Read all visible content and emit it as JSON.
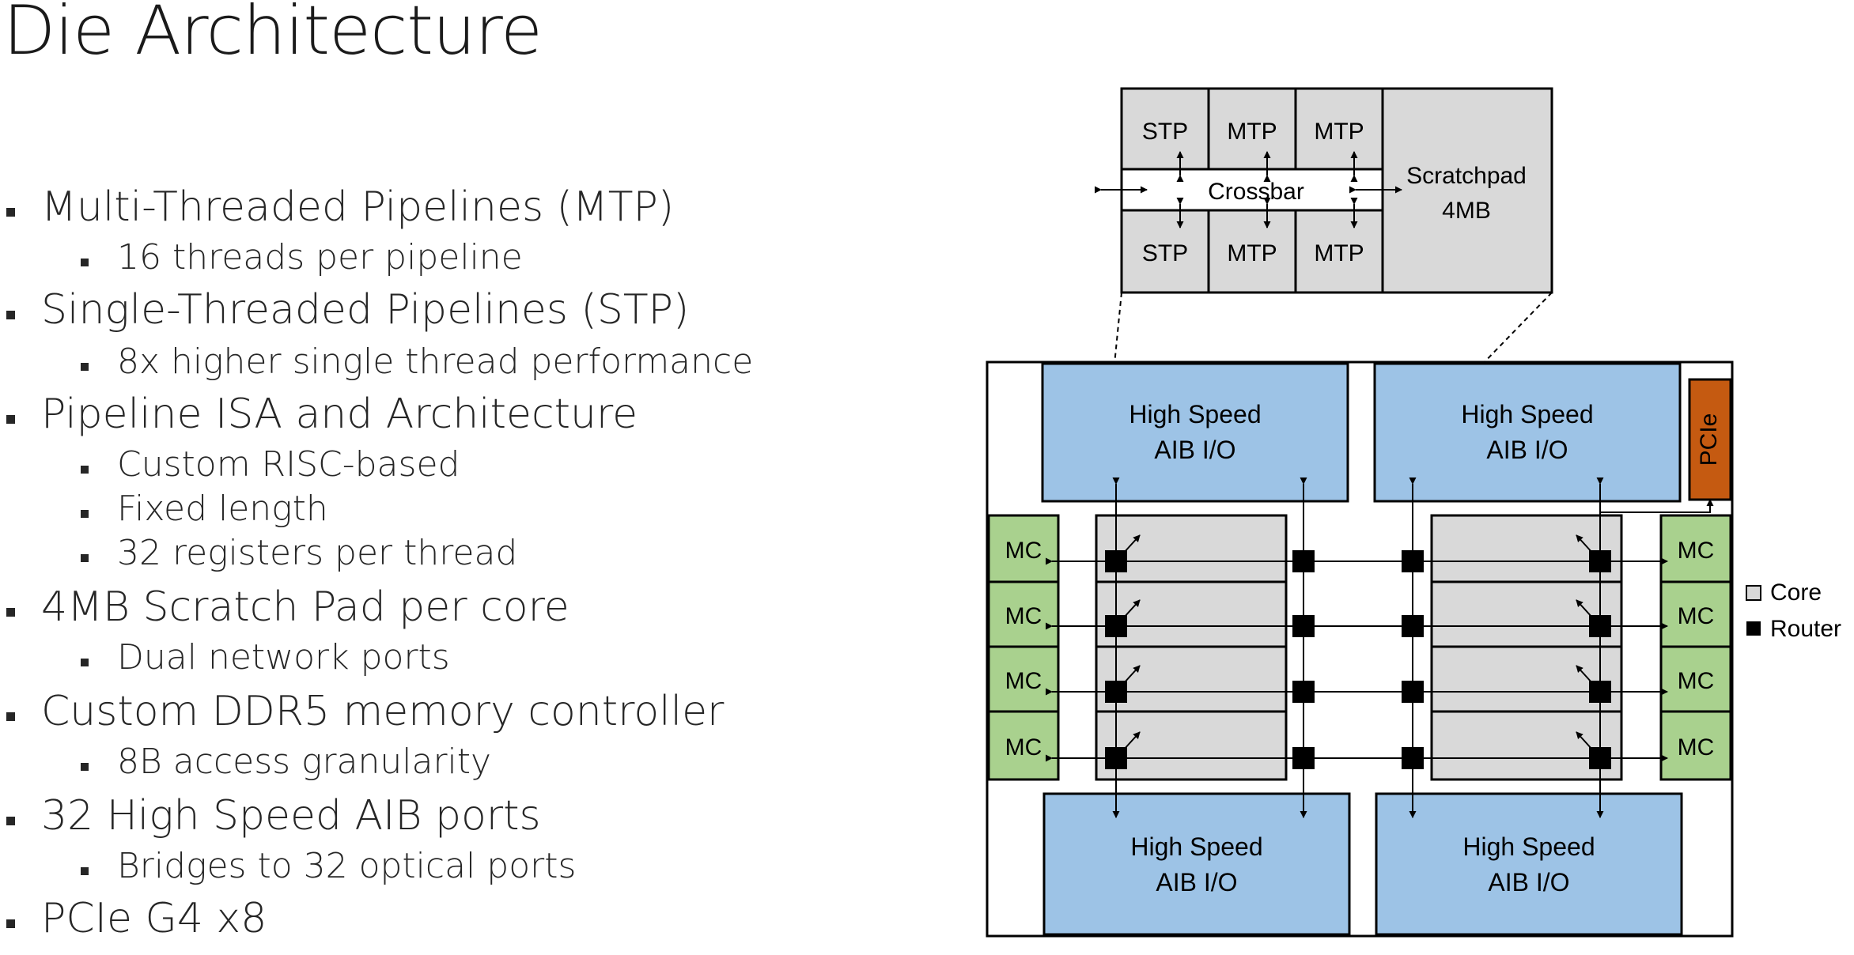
{
  "slide": {
    "title": "Die Architecture"
  },
  "bullets": [
    {
      "level": 1,
      "text": "Multi-Threaded Pipelines (MTP)"
    },
    {
      "level": 2,
      "text": "16 threads per pipeline"
    },
    {
      "level": 1,
      "text": "Single-Threaded Pipelines (STP)"
    },
    {
      "level": 2,
      "text": "8x higher single thread performance"
    },
    {
      "level": 1,
      "text": "Pipeline ISA and Architecture"
    },
    {
      "level": 2,
      "text": "Custom RISC-based"
    },
    {
      "level": 2,
      "text": "Fixed length"
    },
    {
      "level": 2,
      "text": "32 registers per thread"
    },
    {
      "level": 1,
      "text": "4MB Scratch Pad per core"
    },
    {
      "level": 2,
      "text": "Dual network ports"
    },
    {
      "level": 1,
      "text": "Custom DDR5 memory controller"
    },
    {
      "level": 2,
      "text": "8B access granularity"
    },
    {
      "level": 1,
      "text": "32 High Speed AIB ports"
    },
    {
      "level": 2,
      "text": "Bridges to 32 optical ports"
    },
    {
      "level": 1,
      "text": "PCIe G4 x8"
    }
  ],
  "core_detail": {
    "top_row": [
      "STP",
      "MTP",
      "MTP"
    ],
    "bottom_row": [
      "STP",
      "MTP",
      "MTP"
    ],
    "crossbar_label": "Crossbar",
    "scratchpad_line1": "Scratchpad",
    "scratchpad_line2": "4MB"
  },
  "die": {
    "io_line1": "High Speed",
    "io_line2": "AIB I/O",
    "mc_label": "MC",
    "pcie_label": "PCIe"
  },
  "legend": {
    "core": "Core",
    "router": "Router"
  },
  "colors": {
    "io_blue": "#9DC3E6",
    "mc_green": "#A9D18E",
    "pcie_orange": "#C55A11",
    "core_gray": "#D9D9D9",
    "router_black": "#000000"
  }
}
